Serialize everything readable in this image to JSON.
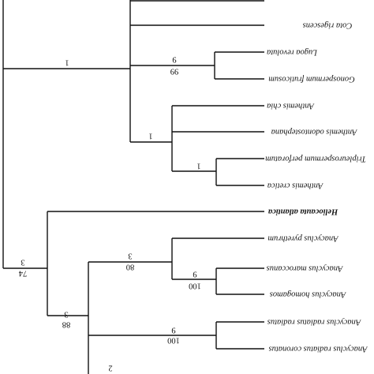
{
  "taxa": [
    {
      "id": "cota",
      "label": "Cota rigescens",
      "bold": false
    },
    {
      "id": "lugoa",
      "label": "Lugoa revoluta",
      "bold": false
    },
    {
      "id": "gonos",
      "label": "Gonospermum fruticosum",
      "bold": false
    },
    {
      "id": "chia",
      "label": "Anthemis chia",
      "bold": false
    },
    {
      "id": "odont",
      "label": "Anthemis odontostephana",
      "bold": false
    },
    {
      "id": "tripl",
      "label": "Tripleurospermum perforatum",
      "bold": false
    },
    {
      "id": "cretica",
      "label": "Anthemis cretica",
      "bold": false
    },
    {
      "id": "helio",
      "label": "Heliocauta atlantica",
      "bold": true
    },
    {
      "id": "pyre",
      "label": "Anacyclus pyrethrum",
      "bold": false
    },
    {
      "id": "maroc",
      "label": "Anacyclus maroccanus",
      "bold": false
    },
    {
      "id": "homog",
      "label": "Anacyclus homogamos",
      "bold": false
    },
    {
      "id": "radrad",
      "label": "Anacyclus radiatus radiatus",
      "bold": false
    },
    {
      "id": "radcor",
      "label": "Anacyclus radiatus coronatus",
      "bold": false
    }
  ],
  "supports": [
    {
      "id": "s_main",
      "value": "1"
    },
    {
      "id": "s_lugoa_top",
      "value": "9"
    },
    {
      "id": "s_lugoa_bot",
      "value": "99"
    },
    {
      "id": "s_anth",
      "value": "1"
    },
    {
      "id": "s_tripl",
      "value": "1"
    },
    {
      "id": "s_helio_top",
      "value": "3"
    },
    {
      "id": "s_helio_bot",
      "value": "74"
    },
    {
      "id": "s_anac_top",
      "value": "3"
    },
    {
      "id": "s_anac_bot",
      "value": "88"
    },
    {
      "id": "s_pyre_top",
      "value": "3"
    },
    {
      "id": "s_pyre_bot",
      "value": "80"
    },
    {
      "id": "s_maroc_top",
      "value": "9"
    },
    {
      "id": "s_maroc_bot",
      "value": "100"
    },
    {
      "id": "s_rad_top",
      "value": "9"
    },
    {
      "id": "s_rad_bot",
      "value": "100"
    },
    {
      "id": "s_bottom",
      "value": "2"
    }
  ]
}
